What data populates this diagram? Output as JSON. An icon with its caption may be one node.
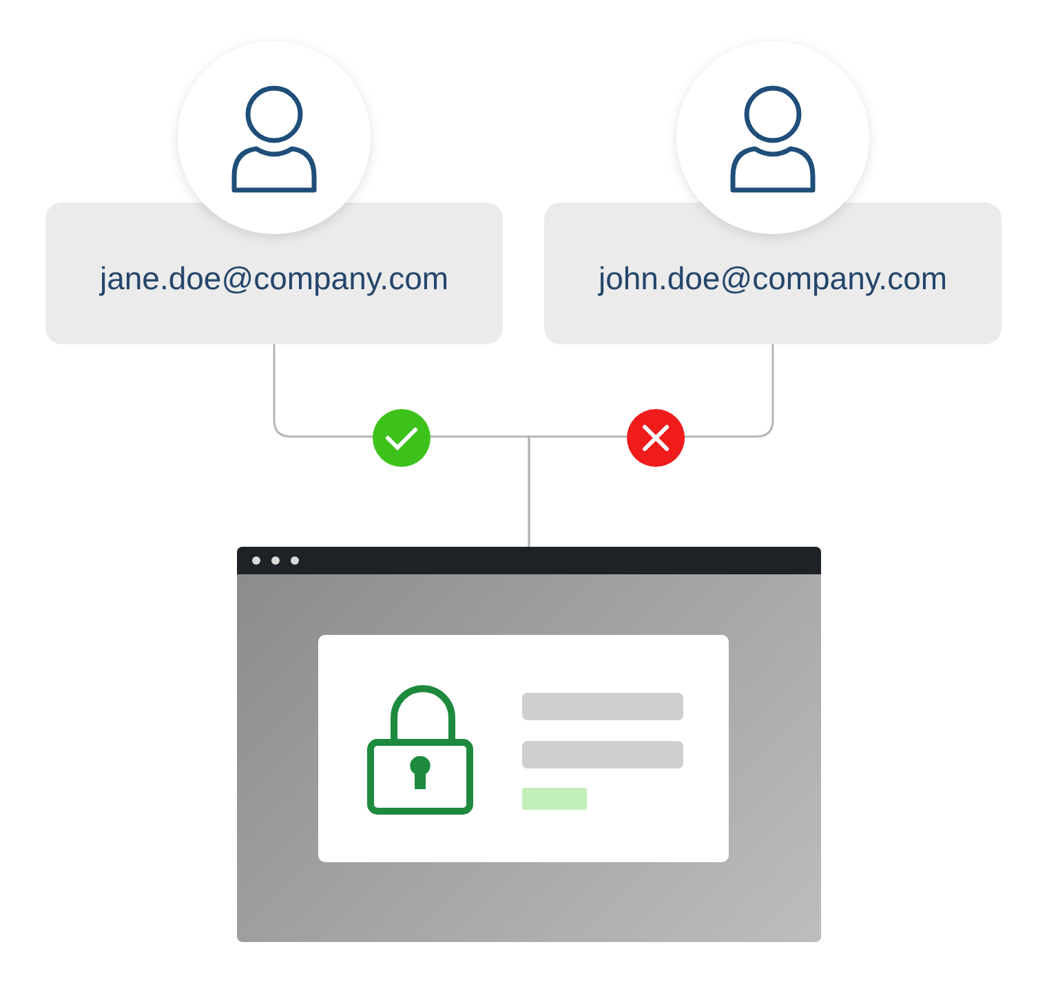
{
  "diagram": {
    "nodes": [
      {
        "text": [
          "jane.doe@company.com"
        ]
      },
      {
        "text": [
          "john.doe@company.com"
        ]
      },
      {
        "text": [],
        "shape": "box"
      }
    ],
    "edges": [
      {
        "from": 0,
        "to": 2,
        "arrow": "none"
      },
      {
        "from": 1,
        "to": 2,
        "arrow": "none"
      }
    ]
  }
}
